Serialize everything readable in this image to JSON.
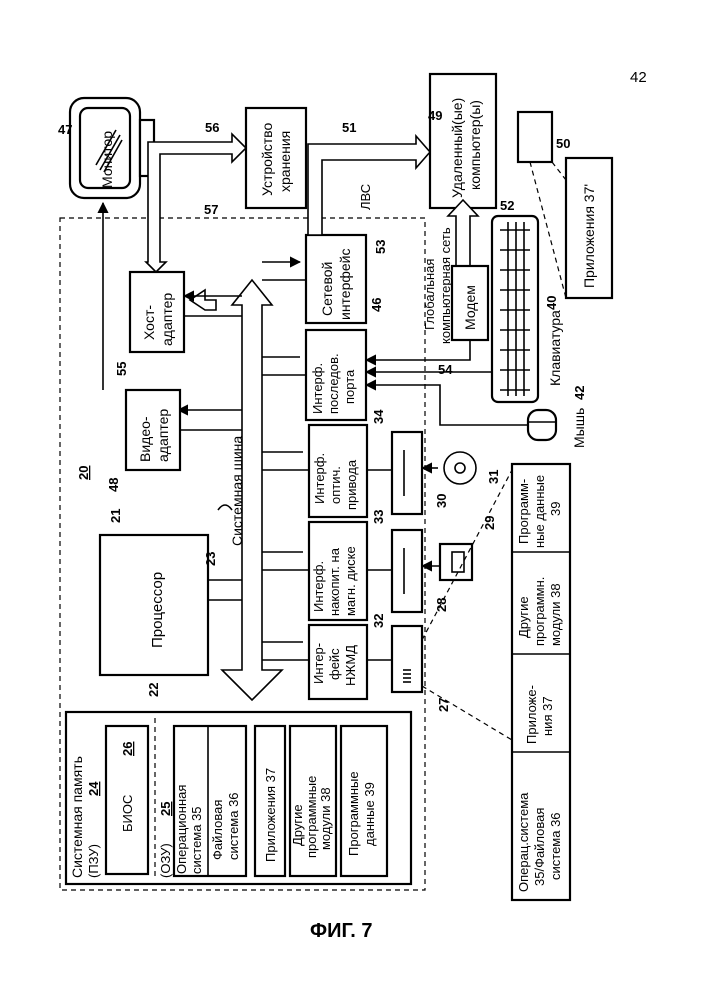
{
  "page_number": "42",
  "figure_caption": "ФИГ. 7",
  "computer_ref": "20",
  "system_bus_label": "Системная шина",
  "system_memory": {
    "title": "Системная память",
    "rom_label": "(ПЗУ)",
    "rom_ref": "24",
    "ram_label": "(ОЗУ)",
    "ram_ref": "25",
    "bios_label": "БИОС",
    "bios_ref": "26",
    "os": [
      "Операционная",
      "система 35"
    ],
    "fs": [
      "Файловая",
      "система 36"
    ],
    "apps": "Приложения 37",
    "other_modules": [
      "Другие",
      "программные",
      "модули 38"
    ],
    "program_data": [
      "Программные",
      "данные 39"
    ]
  },
  "processor": {
    "label": "Процессор",
    "ref": "21"
  },
  "video_adapter": {
    "label": [
      "Видео-",
      "адаптер"
    ],
    "ref": "48"
  },
  "host_adapter": {
    "label": [
      "Хост-",
      "адаптер"
    ],
    "ref": "55"
  },
  "network_interface": {
    "label": [
      "Сетевой",
      "интерфейс"
    ],
    "ref": "53"
  },
  "serial_port": {
    "label": [
      "Интерф.",
      "последов.",
      "порта"
    ],
    "ref": "46"
  },
  "optical_interface": {
    "label": [
      "Интерф.",
      "оптич.",
      "привода"
    ],
    "ref": "34"
  },
  "magnetic_interface": {
    "label": [
      "Интерф.",
      "накопит. на",
      "магн. диске"
    ],
    "ref": "33"
  },
  "hdd_interface": {
    "label": [
      "Интер-",
      "фейс",
      "НЖМД"
    ],
    "ref": "32"
  },
  "monitor": {
    "label": "Монитор",
    "ref": "47"
  },
  "storage": {
    "label": [
      "Устройство",
      "хранения"
    ],
    "ref": "57",
    "arrow_ref": "56"
  },
  "remote_computer": {
    "label": [
      "Удаленный(ые)",
      "компьютер(ы)"
    ],
    "ref": "49",
    "arrow_ref": "51"
  },
  "remote_apps": {
    "label": "Приложения 37'",
    "ref": "50"
  },
  "lan_label": "ЛВС",
  "wan_label": [
    "Глобальная",
    "компьютерная сеть"
  ],
  "wan_ref": "52",
  "modem": {
    "label": "Модем",
    "ref": "54"
  },
  "keyboard": {
    "label": "Клавиатура",
    "ref": "40"
  },
  "mouse": {
    "label": "Мышь",
    "ref": "42"
  },
  "refs": {
    "bus": "23",
    "memory": "22",
    "hdd": "27",
    "floppy_drive": "28",
    "floppy_disk": "29",
    "optical_drive": "30",
    "optical_disk": "31"
  },
  "hdd_contents": {
    "os_fs": [
      "Операц.система",
      "35/Файловая",
      "система 36"
    ],
    "apps": [
      "Приложе-",
      "ния 37"
    ],
    "modules": [
      "Другие",
      "программн.",
      "модули 38"
    ],
    "data": [
      "Программ-",
      "ные данные",
      "39"
    ]
  }
}
